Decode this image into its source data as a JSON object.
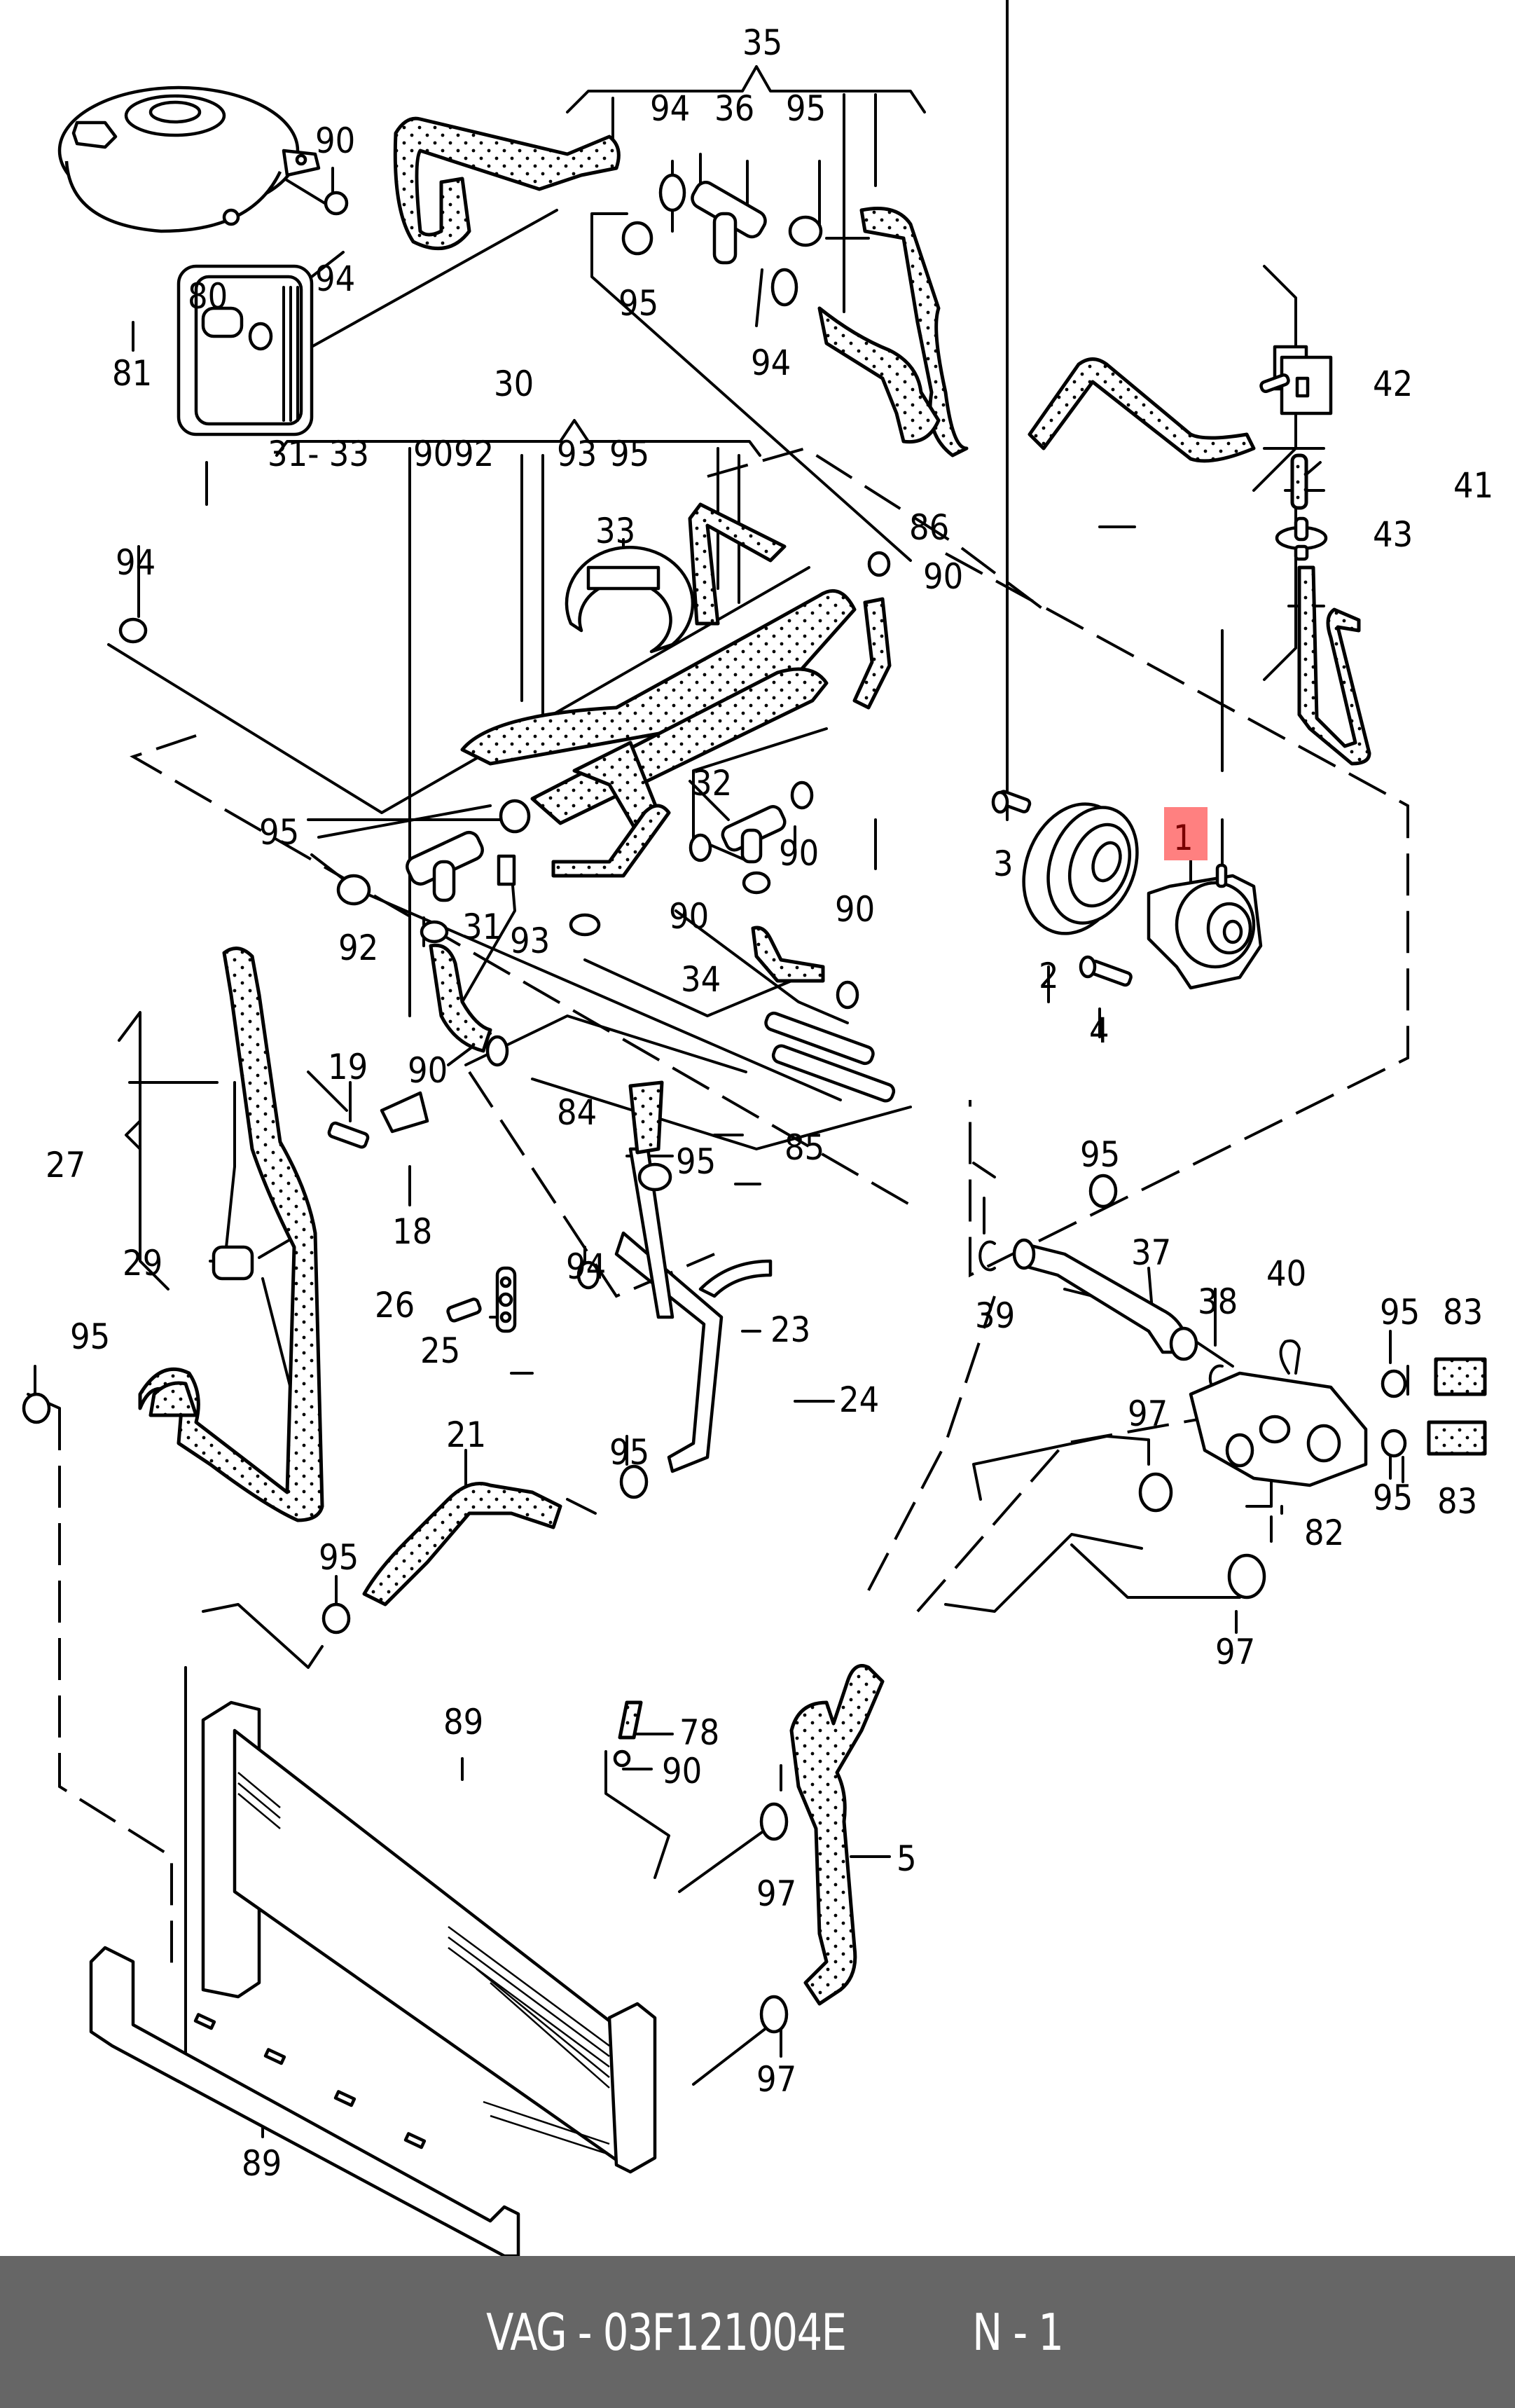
{
  "diagram": {
    "title": "Cooling system parts diagram",
    "highlight_color": "#ff8080",
    "highlight_text_color": "#7a0000",
    "callouts": {
      "c35": "35",
      "c94a": "94",
      "c36": "36",
      "c95a": "95",
      "c90a": "90",
      "c94b": "94",
      "c95b": "95",
      "c94c": "94",
      "c81": "81",
      "c30": "30",
      "c31_33": "31- 33",
      "c90b": "90",
      "c92a": "92",
      "c93a": "93",
      "c95c": "95",
      "c80": "80",
      "c94d": "94",
      "c33": "33",
      "c86": "86",
      "c90c": "90",
      "c42": "42",
      "c41": "41",
      "c43": "43",
      "c95d": "95",
      "c32": "32",
      "c90d": "90",
      "c31": "31",
      "c93b": "93",
      "c92b": "92",
      "c90e": "90",
      "c90f": "90",
      "c34": "34",
      "c90g": "90",
      "c1": "1",
      "c2": "2",
      "c3": "3",
      "c4": "4",
      "c19": "19",
      "c18": "18",
      "c27": "27",
      "c29": "29",
      "c84": "84",
      "c95e": "95",
      "c85": "85",
      "c94e": "94",
      "c26": "26",
      "c25": "25",
      "c23": "23",
      "c24": "24",
      "c95f": "95",
      "c39": "39",
      "c37": "37",
      "c38": "38",
      "c40": "40",
      "c95g": "95",
      "c83a": "83",
      "c97a": "97",
      "c82": "82",
      "c95h": "95",
      "c83b": "83",
      "c97b": "97",
      "c95i": "95",
      "c21": "21",
      "c95j": "95",
      "c95k": "95",
      "c89a": "89",
      "c78": "78",
      "c90h": "90",
      "c97c": "97",
      "c5": "5",
      "c97d": "97",
      "c89b": "89"
    }
  },
  "footer": {
    "part_label": "VAG - 03F121004E",
    "position_label": "N - 1"
  }
}
